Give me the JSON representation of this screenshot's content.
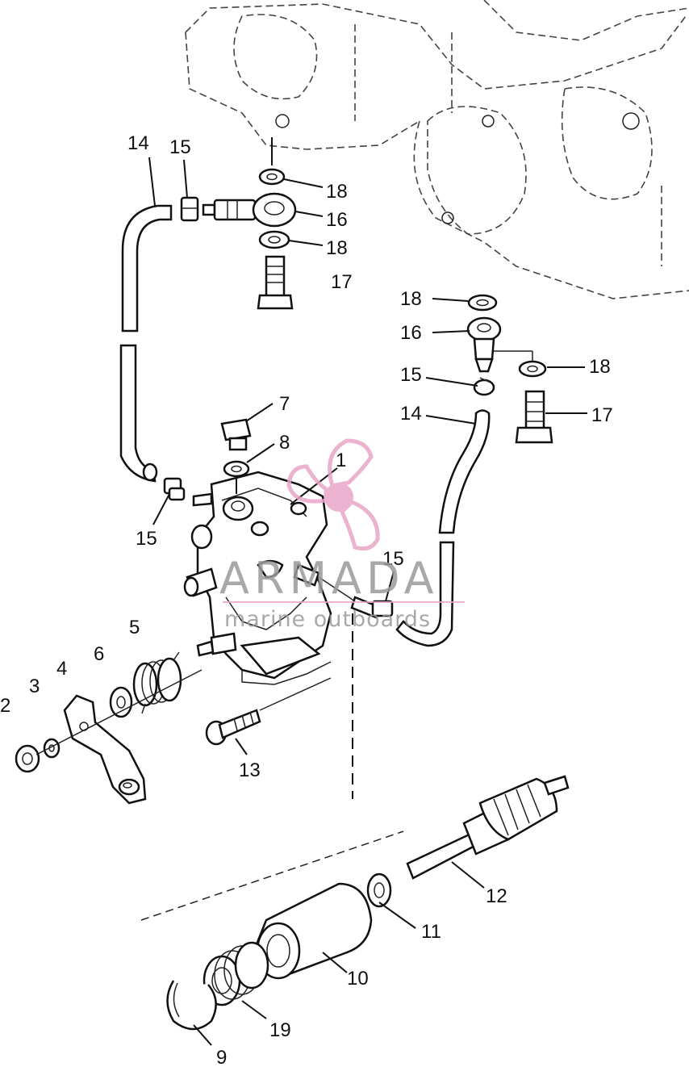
{
  "watermark": {
    "brand": "ARMADA",
    "tagline": "marine outboards",
    "accent_color": "#e8a6c8",
    "text_color": "#9a9a9a",
    "icon": "propeller-icon"
  },
  "callouts": {
    "c1": "1",
    "c2": "2",
    "c3": "3",
    "c4": "4",
    "c5": "5",
    "c6": "6",
    "c7": "7",
    "c8": "8",
    "c9": "9",
    "c10": "10",
    "c11": "11",
    "c12": "12",
    "c13": "13",
    "c14_left": "14",
    "c15_left_top": "15",
    "c16_left": "16",
    "c18_left_upper": "18",
    "c18_left_lower": "18",
    "c17_left": "17",
    "c18_right_top": "18",
    "c16_right": "16",
    "c18_right_side": "18",
    "c15_right_top": "15",
    "c14_right": "14",
    "c17_right": "17",
    "c15_left_mid": "15",
    "c15_right_mid": "15",
    "c19": "19"
  }
}
